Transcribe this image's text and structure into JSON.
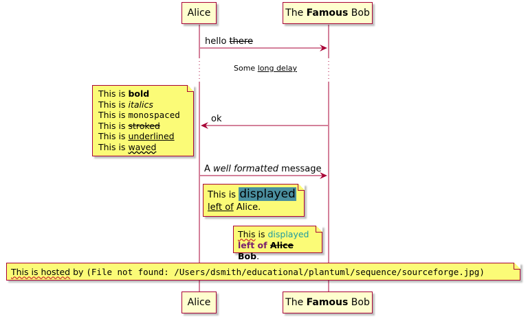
{
  "participants": {
    "alice": "Alice",
    "bob_prefix": "The ",
    "bob_bold": "Famous",
    "bob_suffix": " Bob"
  },
  "messages": {
    "m1_text": "hello ",
    "m1_struck": "there",
    "delay_prefix": "Some ",
    "delay_underlined": "long delay",
    "m2_text": "ok",
    "m3_prefix": "A ",
    "m3_italic": "well formatted",
    "m3_suffix": " message"
  },
  "note_left": {
    "prefix": "This is ",
    "bold": "bold",
    "italics": "italics",
    "monospaced": "monospaced",
    "stroked": "stroked",
    "underlined": "underlined",
    "waved": "waved"
  },
  "note_right_1": {
    "prefix": "This is ",
    "highlight": "displayed",
    "underlined": "left of",
    "suffix": " Alice."
  },
  "note_right_2": {
    "this": "This",
    "is": " is ",
    "displayed": "displayed",
    "left_of": "left of ",
    "alice": "Alice",
    "bob": " Bob",
    "period": "."
  },
  "hosted_note": {
    "prefix": "This is hosted",
    "by": " by ",
    "file": "(File not found: /Users/dsmith/educational/plantuml/sequence/sourceforge.jpg)"
  },
  "colors": {
    "line": "#A80036",
    "participant_fill": "#FEFECE",
    "note_fill": "#FBFB77"
  }
}
